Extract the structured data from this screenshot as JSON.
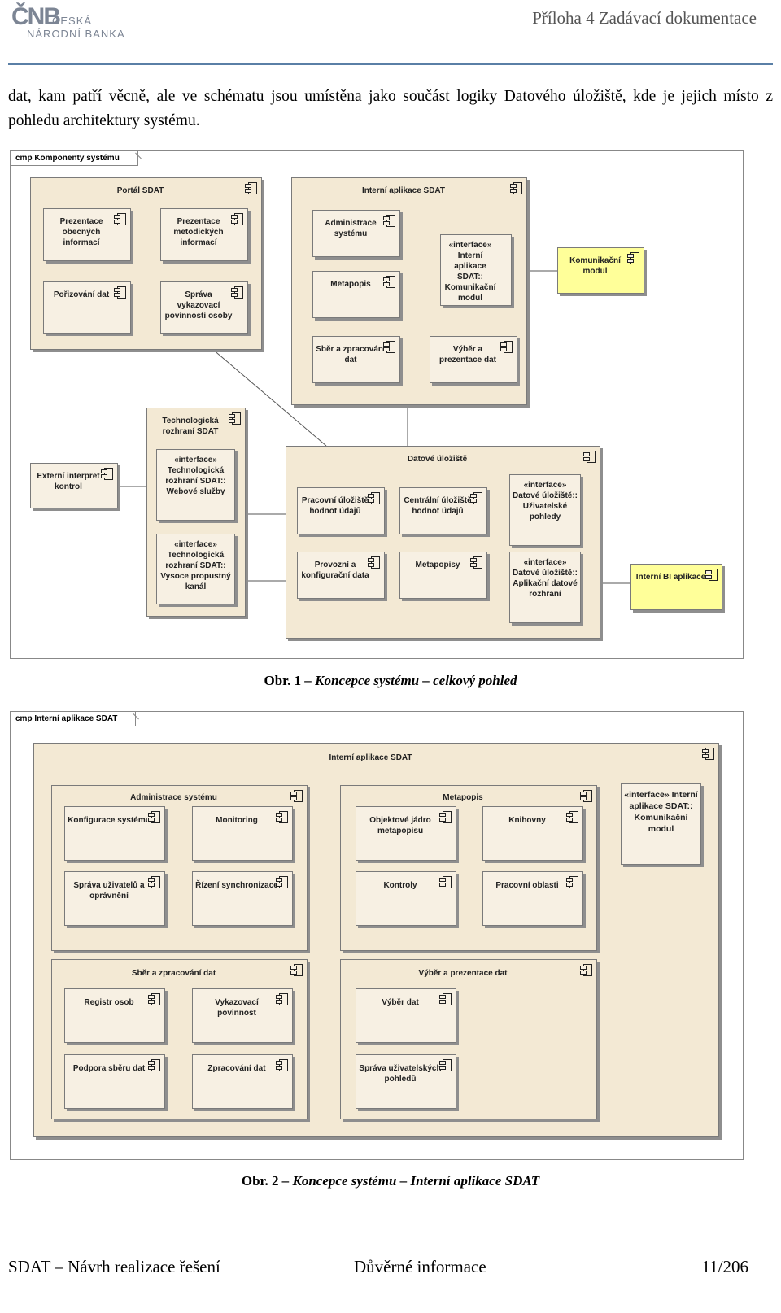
{
  "header": {
    "logo_mark": "ČNB",
    "logo_line1": "ČESKÁ",
    "logo_line2": "NÁRODNÍ BANKA",
    "right": "Příloha 4 Zadávací dokumentace"
  },
  "intro": "dat, kam patří věcně, ale ve schématu jsou umístěna jako součást logiky Datového úložiště, kde je jejich místo z pohledu architektury systému.",
  "fig1": {
    "tab": "cmp Komponenty systému",
    "portal": "Portál SDAT",
    "prez_obecnych": "Prezentace obecných informací",
    "prez_metod": "Prezentace metodických informací",
    "porizovani": "Pořizování dat",
    "sprava_vykaz": "Správa vykazovací povinnosti osoby",
    "interni": "Interní aplikace SDAT",
    "administrace": "Administrace systému",
    "metapopis": "Metapopis",
    "iface_kom": "«interface» Interní aplikace SDAT:: Komunikační modul",
    "sber": "Sběr a zpracování dat",
    "vyber": "Výběr a prezentace dat",
    "komunikacni": "Komunikační modul",
    "tech_rozhrani": "Technologická rozhraní SDAT",
    "iface_web": "«interface» Technologická rozhraní SDAT:: Webové služby",
    "iface_vysoce": "«interface» Technologická rozhraní SDAT:: Vysoce propustný kanál",
    "externi": "Externí interpret kontrol",
    "datove": "Datové úložiště",
    "pracovni": "Pracovní úložiště hodnot údajů",
    "centralni": "Centrální úložiště hodnot údajů",
    "iface_uziv": "«interface» Datové úložiště:: Uživatelské pohledy",
    "provozni": "Provozní a konfigurační data",
    "metapopisy": "Metapopisy",
    "iface_aplik": "«interface» Datové úložiště:: Aplikační datové rozhraní",
    "bi": "Interní BI aplikace"
  },
  "caption1": {
    "num": "Obr. 1",
    "text": " – Koncepce systému – celkový pohled"
  },
  "fig2": {
    "tab": "cmp Interní aplikace SDAT",
    "interni": "Interní aplikace SDAT",
    "admin": "Administrace systému",
    "konfigurace": "Konfigurace systému",
    "monitoring": "Monitoring",
    "sprava_uziv": "Správa uživatelů a oprávnění",
    "rizeni": "Řízení synchronizace",
    "metapopis": "Metapopis",
    "objektove": "Objektové jádro metapopisu",
    "knihovny": "Knihovny",
    "kontroly": "Kontroly",
    "pracovni_oblasti": "Pracovní oblasti",
    "iface_kom": "«interface» Interní aplikace SDAT:: Komunikační modul",
    "sber": "Sběr a zpracování dat",
    "registr": "Registr osob",
    "vykazovaci": "Vykazovací povinnost",
    "podpora": "Podpora sběru dat",
    "zpracovani": "Zpracování dat",
    "vyber_prez": "Výběr a prezentace dat",
    "vyber_dat": "Výběr dat",
    "sprava_pohl": "Správa uživatelských pohledů"
  },
  "caption2": {
    "num": "Obr. 2",
    "text": " – Koncepce systému – Interní aplikace SDAT"
  },
  "footer": {
    "left": "SDAT – Návrh realizace řešení",
    "center": "Důvěrné informace",
    "right": "11/206"
  }
}
